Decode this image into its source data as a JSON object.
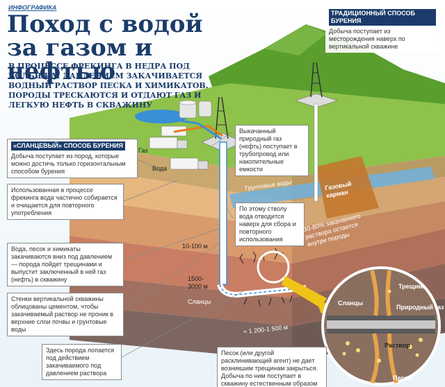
{
  "kicker": "ИНФОГРАФИКА",
  "title_line1": "Поход с водой",
  "title_line2": "за газом и нефтью",
  "lead": "В процессе фрекинга в недра под большим давлением закачивается водный раствор песка и химикатов. Породы трескаются и отдают газ и легкую нефть в скважину",
  "traditional": {
    "header": "ТРАДИЦИОННЫЙ СПОСОБ БУРЕНИЯ",
    "text": "Добыча поступает из месторождения наверх по вертикальной скважине"
  },
  "shale": {
    "header": "«СЛАНЦЕВЫЙ» СПОСОБ БУРЕНИЯ",
    "text": "Добыча поступает из пород, которые можно достичь только горизонтальным способом бурения"
  },
  "callouts": {
    "pumped_gas": "Выкачанный природный газ (нефть) поступает в трубопровод или накопительные емкости",
    "water_used": "Использованная в процессе фрекинга вода частично собирается и очищается для повторного употребления",
    "shaft_water": "По этому стволу вода отводится наверх для сбора и повторного использования",
    "mixture": "Вода, песок и химикаты закачиваются вниз под давлением — порода пойдет трещинами и выпустит заключенный в ней газ (нефть) в скважину",
    "cement": "Стенки вертикальной скважины облицованы цементом, чтобы закачиваемый раствор не проник в верхние слои почвы и грунтовые воды",
    "rock_burst": "Здесь порода лопается под действием закачиваемого под давлением раствора",
    "sand": "Песок (или другой расклинивающий агент) не дает возникшим трещинам закрыться. Добыча по ним поступает в скважину естественным образом"
  },
  "labels": {
    "gas": "Газ",
    "water": "Вода",
    "groundwater": "Грунтовые воды",
    "gas_pocket": "Газовый карман",
    "depth1": "10-100 м",
    "depth2": "1500-3000 м",
    "shale": "Сланцы",
    "percent": "30-80% закачанного раствора остается внутри породы",
    "depth3": "≈ 1 200-1 500 м",
    "crack": "Трещина",
    "natural_gas": "Природный газ",
    "shale_detail": "Сланцы",
    "solution": "Раствор",
    "sand_label": "Песок"
  },
  "colors": {
    "title": "#1b3c6a",
    "accent_orange": "#e87a1e",
    "water_blue": "#3a8fd6",
    "grass": "#7fb43a"
  }
}
